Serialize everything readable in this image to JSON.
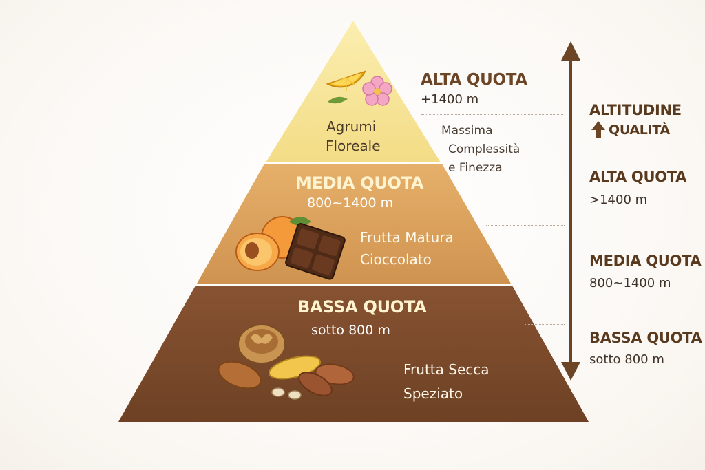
{
  "tiers": {
    "alta": {
      "flavor_line1": "Agrumi",
      "flavor_line2": "Floreale",
      "label": "ALTA QUOTA",
      "range": "+1400 m",
      "note_line1": "Massima",
      "note_line2": "Complessità",
      "note_line3": "e Finezza",
      "icons": [
        "lemon-slice-icon",
        "pink-flower-icon"
      ],
      "color": "#f6e49a"
    },
    "media": {
      "title": "MEDIA QUOTA",
      "range": "800~1400 m",
      "flavor_line1": "Frutta Matura",
      "flavor_line2": "Cioccolato",
      "icons": [
        "apricot-icon",
        "chocolate-icon"
      ],
      "color": "#d9a15b"
    },
    "bassa": {
      "title": "BASSA QUOTA",
      "range": "sotto 800 m",
      "flavor_line1": "Frutta Secca",
      "flavor_line2": "Speziato",
      "icons": [
        "walnut-icon",
        "almond-icon"
      ],
      "color": "#7a4a2a"
    }
  },
  "axis": {
    "title": "ALTITUDINE",
    "subtitle": "QUALITÀ",
    "arrow_icon": "up-arrow-icon",
    "levels": [
      {
        "title": "ALTA QUOTA",
        "range": ">1400 m"
      },
      {
        "title": "MEDIA QUOTA",
        "range": "800~1400 m"
      },
      {
        "title": "BASSA QUOTA",
        "range": "sotto 800 m"
      }
    ]
  }
}
